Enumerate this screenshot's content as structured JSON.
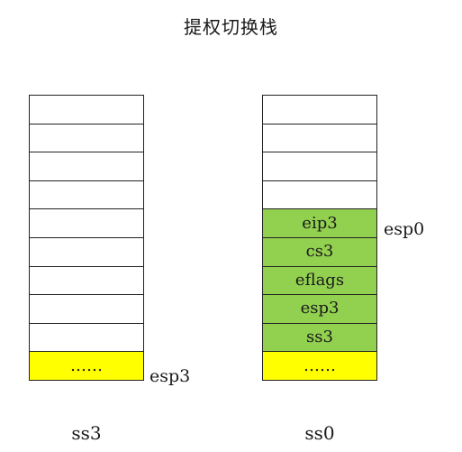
{
  "diagram": {
    "title": "提权切换栈",
    "colors": {
      "empty": "#ffffff",
      "pushed": "#92d050",
      "ellipsis": "#ffff00",
      "border": "#222222"
    },
    "left_stack": {
      "label": "ss3",
      "pointer": "esp3",
      "pointer_row": 9,
      "cells": [
        {
          "text": "",
          "kind": "empty"
        },
        {
          "text": "",
          "kind": "empty"
        },
        {
          "text": "",
          "kind": "empty"
        },
        {
          "text": "",
          "kind": "empty"
        },
        {
          "text": "",
          "kind": "empty"
        },
        {
          "text": "",
          "kind": "empty"
        },
        {
          "text": "",
          "kind": "empty"
        },
        {
          "text": "",
          "kind": "empty"
        },
        {
          "text": "",
          "kind": "empty"
        },
        {
          "text": "……",
          "kind": "ellipsis"
        }
      ]
    },
    "right_stack": {
      "label": "ss0",
      "pointer": "esp0",
      "pointer_row": 4,
      "cells": [
        {
          "text": "",
          "kind": "empty"
        },
        {
          "text": "",
          "kind": "empty"
        },
        {
          "text": "",
          "kind": "empty"
        },
        {
          "text": "",
          "kind": "empty"
        },
        {
          "text": "eip3",
          "kind": "pushed"
        },
        {
          "text": "cs3",
          "kind": "pushed"
        },
        {
          "text": "eflags",
          "kind": "pushed"
        },
        {
          "text": "esp3",
          "kind": "pushed"
        },
        {
          "text": "ss3",
          "kind": "pushed"
        },
        {
          "text": "……",
          "kind": "ellipsis"
        }
      ]
    }
  }
}
